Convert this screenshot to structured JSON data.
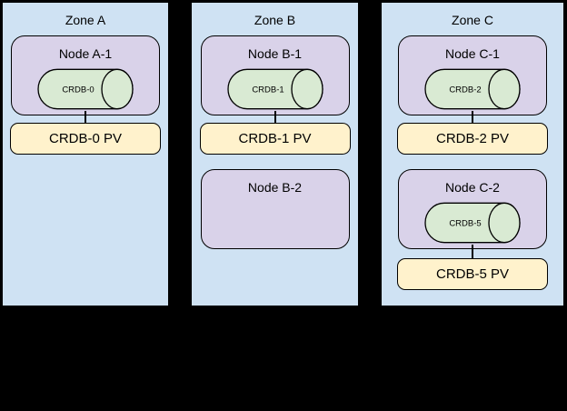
{
  "diagram": {
    "colors": {
      "canvas_bg": "#000000",
      "zone_fill": "#cfe2f3",
      "node_fill": "#d9d2e9",
      "cylinder_fill": "#d9ead3",
      "pv_fill": "#fff2cc",
      "border": "#000000",
      "text": "#000000"
    },
    "zones": [
      {
        "label": "Zone A",
        "nodes": [
          {
            "label": "Node A-1",
            "crdb": "CRDB-0",
            "pv": "CRDB-0 PV"
          }
        ]
      },
      {
        "label": "Zone B",
        "nodes": [
          {
            "label": "Node B-1",
            "crdb": "CRDB-1",
            "pv": "CRDB-1 PV"
          },
          {
            "label": "Node B-2"
          }
        ]
      },
      {
        "label": "Zone C",
        "nodes": [
          {
            "label": "Node C-1",
            "crdb": "CRDB-2",
            "pv": "CRDB-2 PV"
          },
          {
            "label": "Node C-2",
            "crdb": "CRDB-5",
            "pv": "CRDB-5 PV"
          }
        ]
      }
    ]
  }
}
